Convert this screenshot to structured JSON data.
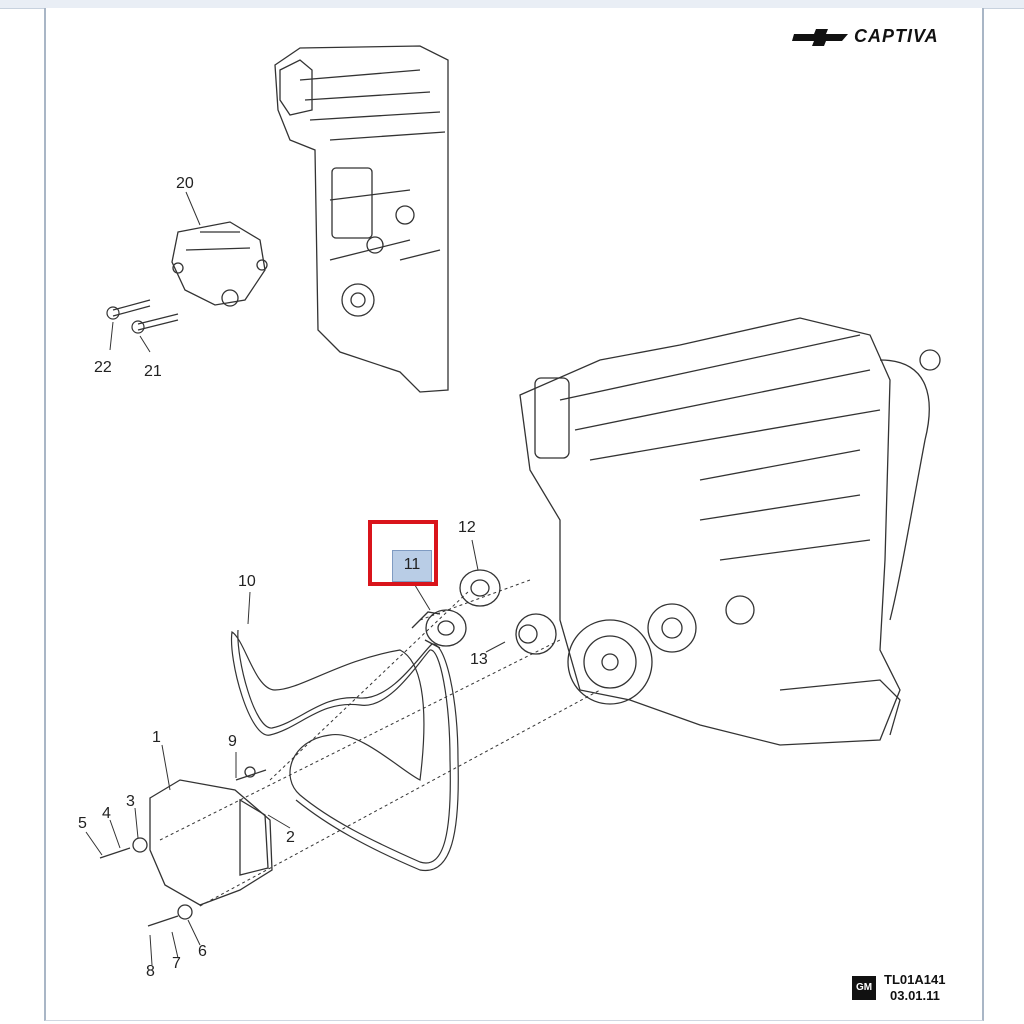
{
  "brand": {
    "name": "CAPTIVA",
    "logo_icon": "chevrolet-bowtie-icon"
  },
  "reference": {
    "badge": "GM",
    "code": "TL01A141",
    "date": "03.01.11"
  },
  "highlight": {
    "label": "11",
    "color": "#d9141b",
    "label_bg": "#b9cde6"
  },
  "callouts": [
    {
      "id": "c1",
      "label": "1"
    },
    {
      "id": "c2",
      "label": "2"
    },
    {
      "id": "c3",
      "label": "3"
    },
    {
      "id": "c4",
      "label": "4"
    },
    {
      "id": "c5",
      "label": "5"
    },
    {
      "id": "c6",
      "label": "6"
    },
    {
      "id": "c7",
      "label": "7"
    },
    {
      "id": "c8",
      "label": "8"
    },
    {
      "id": "c9",
      "label": "9"
    },
    {
      "id": "c10",
      "label": "10"
    },
    {
      "id": "c12",
      "label": "12"
    },
    {
      "id": "c13",
      "label": "13"
    },
    {
      "id": "c20",
      "label": "20"
    },
    {
      "id": "c21",
      "label": "21"
    },
    {
      "id": "c22",
      "label": "22"
    }
  ]
}
